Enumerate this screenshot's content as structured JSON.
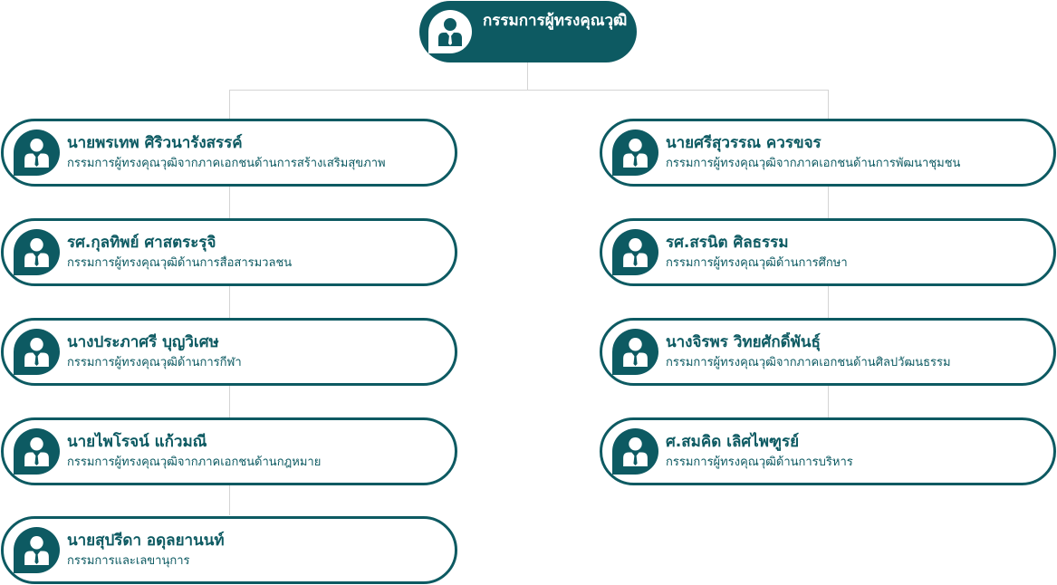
{
  "root": {
    "title": "กรรมการผู้ทรงคุณวุฒิ"
  },
  "left": [
    {
      "name": "นายพรเทพ ศิริวนารังสรรค์",
      "role": "กรรมการผู้ทรงคุณวุฒิจากภาคเอกชนด้านการสร้างเสริมสุขภาพ"
    },
    {
      "name": "รศ.กุลทิพย์ ศาสตระรุจิ",
      "role": "กรรมการผู้ทรงคุณวุฒิด้านการสื่อสารมวลชน"
    },
    {
      "name": "นางประภาศรี บุญวิเศษ",
      "role": "กรรมการผู้ทรงคุณวุฒิด้านการกีฬา"
    },
    {
      "name": "นายไพโรจน์ แก้วมณี",
      "role": "กรรมการผู้ทรงคุณวุฒิจากภาคเอกชนด้านกฎหมาย"
    },
    {
      "name": "นายสุปรีดา อดุลยานนท์",
      "role": "กรรมการและเลขานุการ"
    }
  ],
  "right": [
    {
      "name": "นายศรีสุวรรณ ควรขจร",
      "role": "กรรมการผู้ทรงคุณวุฒิจากภาคเอกชนด้านการพัฒนาชุมชน"
    },
    {
      "name": "รศ.สรนิต ศิลธรรม",
      "role": "กรรมการผู้ทรงคุณวุฒิด้านการศึกษา"
    },
    {
      "name": "นางจิรพร วิทยศักดิ์พันธุ์",
      "role": "กรรมการผู้ทรงคุณวุฒิจากภาคเอกชนด้านศิลปวัฒนธรรม"
    },
    {
      "name": "ศ.สมคิด เลิศไพฑูรย์",
      "role": "กรรมการผู้ทรงคุณวุฒิด้านการบริหาร"
    }
  ]
}
